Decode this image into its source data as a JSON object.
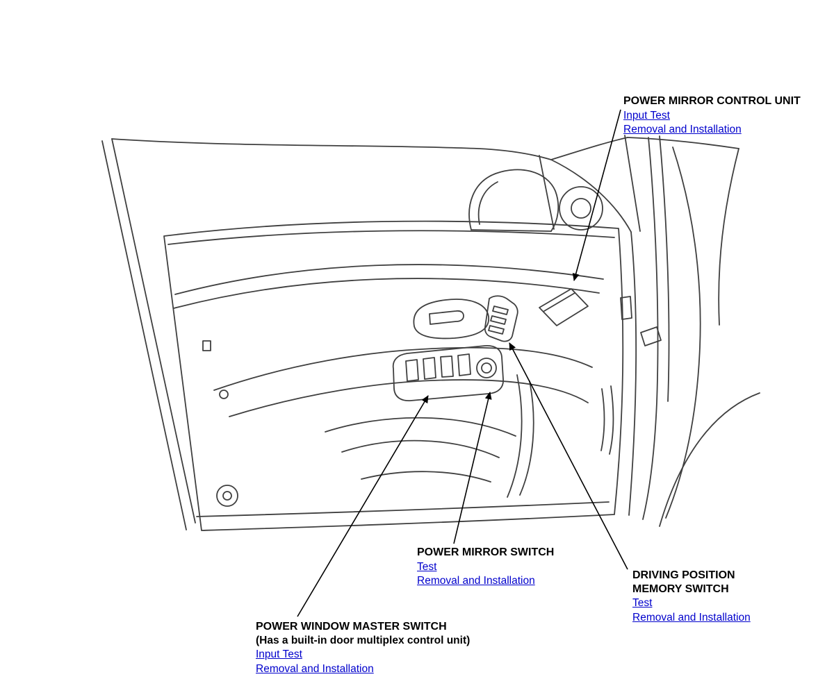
{
  "colors": {
    "artwork_line": "#3f3f3f",
    "leader_line": "#000000",
    "heading_text": "#000000",
    "link": "#0000cc",
    "background": "#ffffff"
  },
  "callouts": {
    "power_mirror_control_unit": {
      "title": "POWER MIRROR CONTROL UNIT",
      "links": [
        "Input Test",
        "Removal and Installation"
      ]
    },
    "power_mirror_switch": {
      "title": "POWER MIRROR SWITCH",
      "links": [
        "Test",
        "Removal and Installation"
      ]
    },
    "driving_position_memory_switch": {
      "title": "DRIVING POSITION MEMORY SWITCH",
      "links": [
        "Test",
        "Removal and Installation"
      ]
    },
    "power_window_master_switch": {
      "title": "POWER WINDOW MASTER SWITCH",
      "subtitle": "(Has a built-in door multiplex control unit)",
      "links": [
        "Input Test",
        "Removal and Installation"
      ]
    }
  }
}
